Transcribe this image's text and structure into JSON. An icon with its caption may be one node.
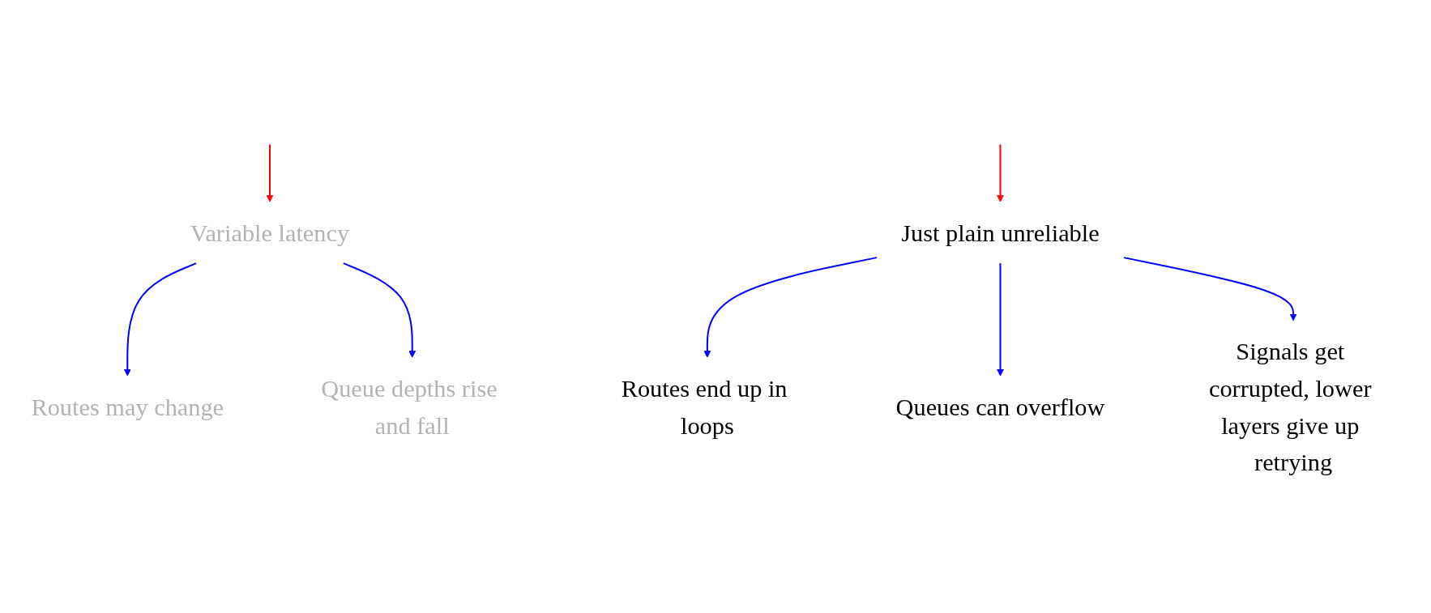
{
  "diagram": {
    "nodes": [
      {
        "text": [
          "Variable latency"
        ]
      },
      {
        "text": [
          "Routes may change"
        ]
      },
      {
        "text": [
          "Queue depths rise and fall"
        ]
      },
      {
        "text": [
          "Just plain unreliable"
        ]
      },
      {
        "text": [
          "Routes end up in loops"
        ]
      },
      {
        "text": [
          "Queues can overflow"
        ]
      },
      {
        "text": [
          "Signals get corrupted, lower layers give up retrying"
        ]
      }
    ],
    "edges": [
      {
        "from": null,
        "to": 0,
        "arrow": "to",
        "color": "#ff0000"
      },
      {
        "from": null,
        "to": 3,
        "arrow": "to",
        "color": "#ff0000"
      },
      {
        "from": 0,
        "to": 1,
        "arrow": "to"
      },
      {
        "from": 0,
        "to": 2,
        "arrow": "to"
      },
      {
        "from": 3,
        "to": 4,
        "arrow": "to"
      },
      {
        "from": 3,
        "to": 5,
        "arrow": "to"
      },
      {
        "from": 3,
        "to": 6,
        "arrow": "to"
      }
    ]
  }
}
